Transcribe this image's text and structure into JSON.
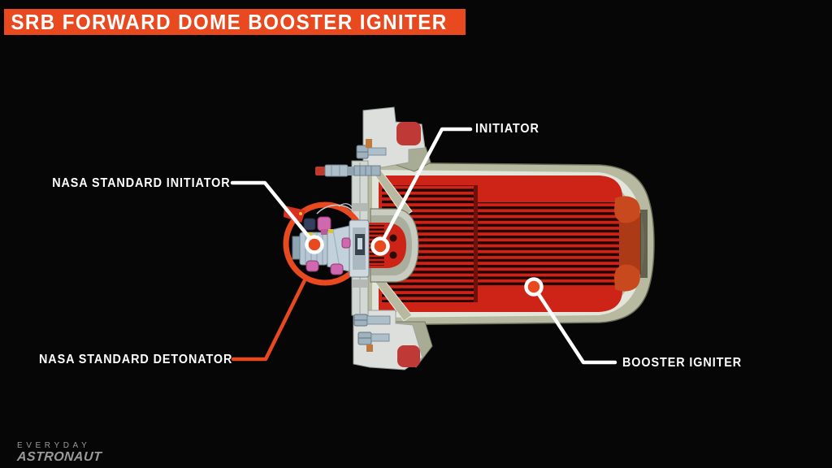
{
  "title": "SRB FORWARD DOME BOOSTER IGNITER",
  "labels": {
    "initiator": "INITIATOR",
    "nasa_standard_initiator": "NASA STANDARD INITIATOR",
    "nasa_standard_detonator": "NASA STANDARD DETONATOR",
    "booster_igniter": "BOOSTER IGNITER"
  },
  "logo": {
    "line1": "EVERYDAY",
    "line2": "ASTRONAUT"
  },
  "colors": {
    "accent_orange": "#E8491E",
    "propellant_red": "#CE2317",
    "fin_dark": "#1F0503",
    "casing_khaki": "#B7BAA1",
    "lining_light": "#E2E5DA",
    "flange_gray": "#DCDFDB",
    "bolt_blue_gray": "#AEBFCA",
    "device_blue_gray": "#B6C6D2",
    "cap_pink": "#CF68AE",
    "background": "#060606",
    "label_white": "#FFFFFF",
    "logo_gray": "#9A9A9A"
  }
}
